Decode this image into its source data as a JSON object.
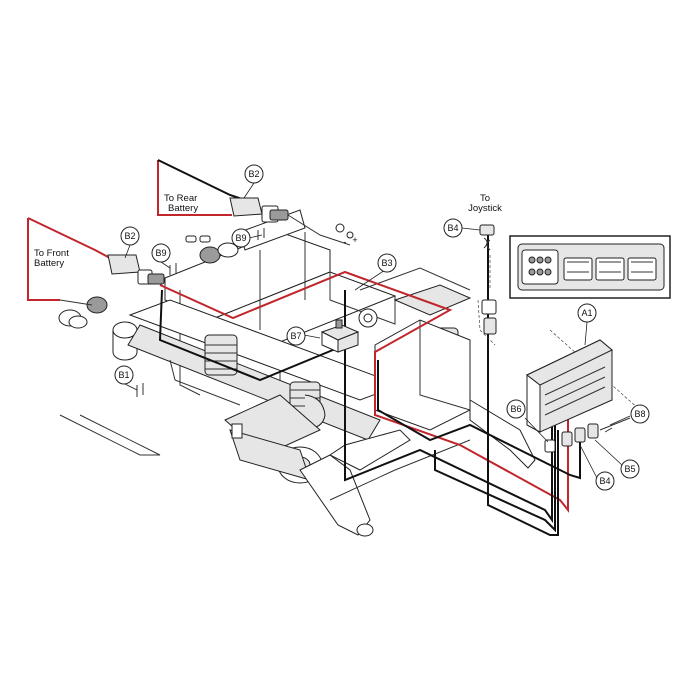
{
  "colors": {
    "harness_red": "#c0262c",
    "harness_black": "#111111",
    "line_art": "#222222"
  },
  "labels": {
    "to_rear_battery_line1": "To Rear",
    "to_rear_battery_line2": "Battery",
    "to_front_battery_line1": "To Front",
    "to_front_battery_line2": "Battery",
    "to_joystick_line1": "To",
    "to_joystick_line2": "Joystick"
  },
  "callouts": {
    "b2_rear": "B2",
    "b2_front": "B2",
    "b9_left": "B9",
    "b9_right": "B9",
    "b3": "B3",
    "b4_top": "B4",
    "b4_bottom": "B4",
    "b7": "B7",
    "a1": "A1",
    "b1": "B1",
    "b6": "B6",
    "b8": "B8",
    "b5": "B5"
  },
  "icons": {
    "controller_module": "controller-module-icon",
    "battery_connector": "battery-connector-icon",
    "circuit_breaker": "circuit-breaker-icon"
  }
}
